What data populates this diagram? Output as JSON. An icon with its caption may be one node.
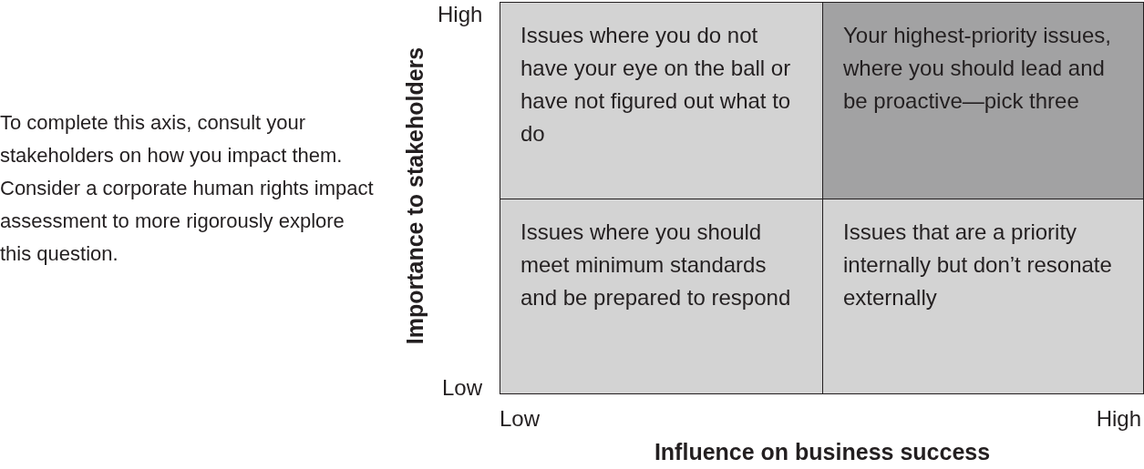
{
  "diagram": {
    "nodes": [
      {
        "text": [
          "Issues where you do not have your eye on the ball or have not figured out what to do"
        ]
      },
      {
        "text": [
          "Your highest-priority issues, where you should lead and be proactive—pick three"
        ]
      },
      {
        "text": [
          "Issues where you should meet minimum standards and be prepared to respond"
        ]
      },
      {
        "text": [
          "Issues that are a priority internally but don’t resonate externally"
        ]
      }
    ],
    "edges": [],
    "labels": [
      "High",
      "To complete this axis, consult your stakeholders on how you impact them. Consider a corporate human rights impact assessment to more rigorously explore this question.",
      "Importance to stakeholders",
      "Low",
      "Low",
      "High",
      "Influence on business success"
    ]
  }
}
